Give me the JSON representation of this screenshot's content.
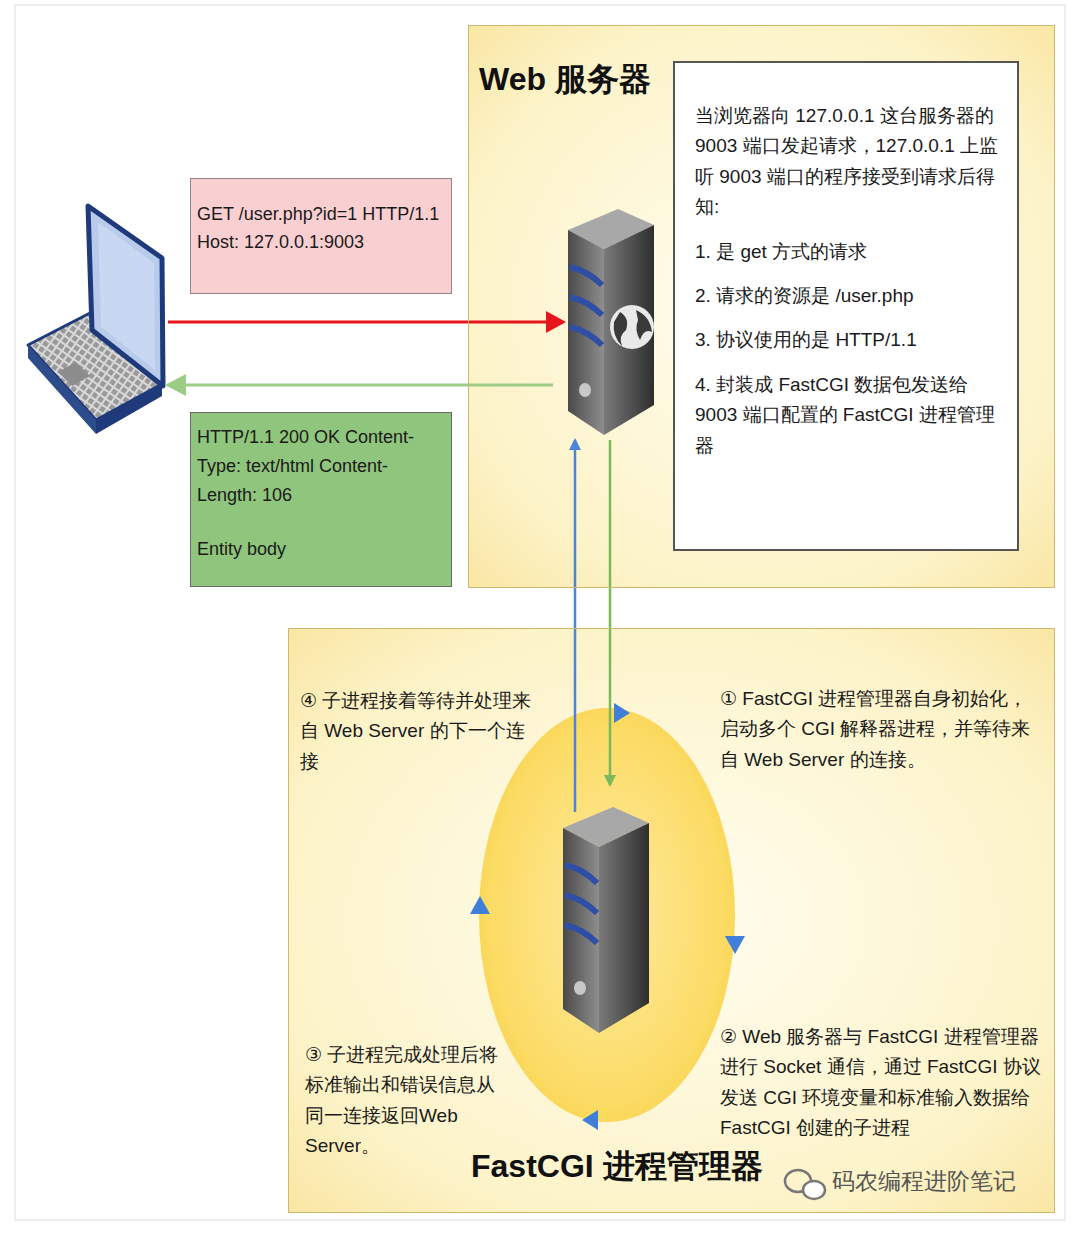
{
  "diagram": {
    "nodes": [
      {
        "text": [
          "Web 服务器"
        ]
      },
      {
        "text": [
          "当浏览器向 127.0.0.1 这台服务器的9003 端口发起请求，127.0.0.1 上监听 9003 端口的程序接受到请求后得知:",
          "1. 是 get 方式的请求",
          "2. 请求的资源是 /user.php",
          "3. 协议使用的是 HTTP/1.1",
          "4. 封装成 FastCGI 数据包发送给 9003 端口配置的 FastCGI 进程管理器"
        ],
        "in": 0
      },
      {
        "text": [
          "GET /user.php?id=1 HTTP/1.1 Host: 127.0.0.1:9003"
        ]
      },
      {
        "text": [
          "HTTP/1.1 200 OK Content-Type: text/html Content-Length: 106",
          "Entity body"
        ]
      },
      {
        "text": [
          "FastCGI 进程管理器"
        ]
      }
    ],
    "edges": [
      {
        "from": 4,
        "to": 0,
        "arrow": "to"
      },
      {
        "from": 0,
        "to": 4,
        "arrow": "to"
      }
    ],
    "labels": [
      "④ 子进程接着等待并处理来自 Web Server 的下一个连接",
      "① FastCGI 进程管理器自身初始化，启动多个 CGI 解释器进程，并等待来自 Web Server 的连接。",
      "② Web 服务器与 FastCGI 进程管理器进行 Socket 通信，通过 FastCGI 协议发送 CGI 环境变量和标准输入数据给 FastCGI 创建的子进程",
      "③ 子进程完成处理后将标准输出和错误信息从同一连接返回Web Server。",
      "码农编程进阶笔记"
    ]
  }
}
